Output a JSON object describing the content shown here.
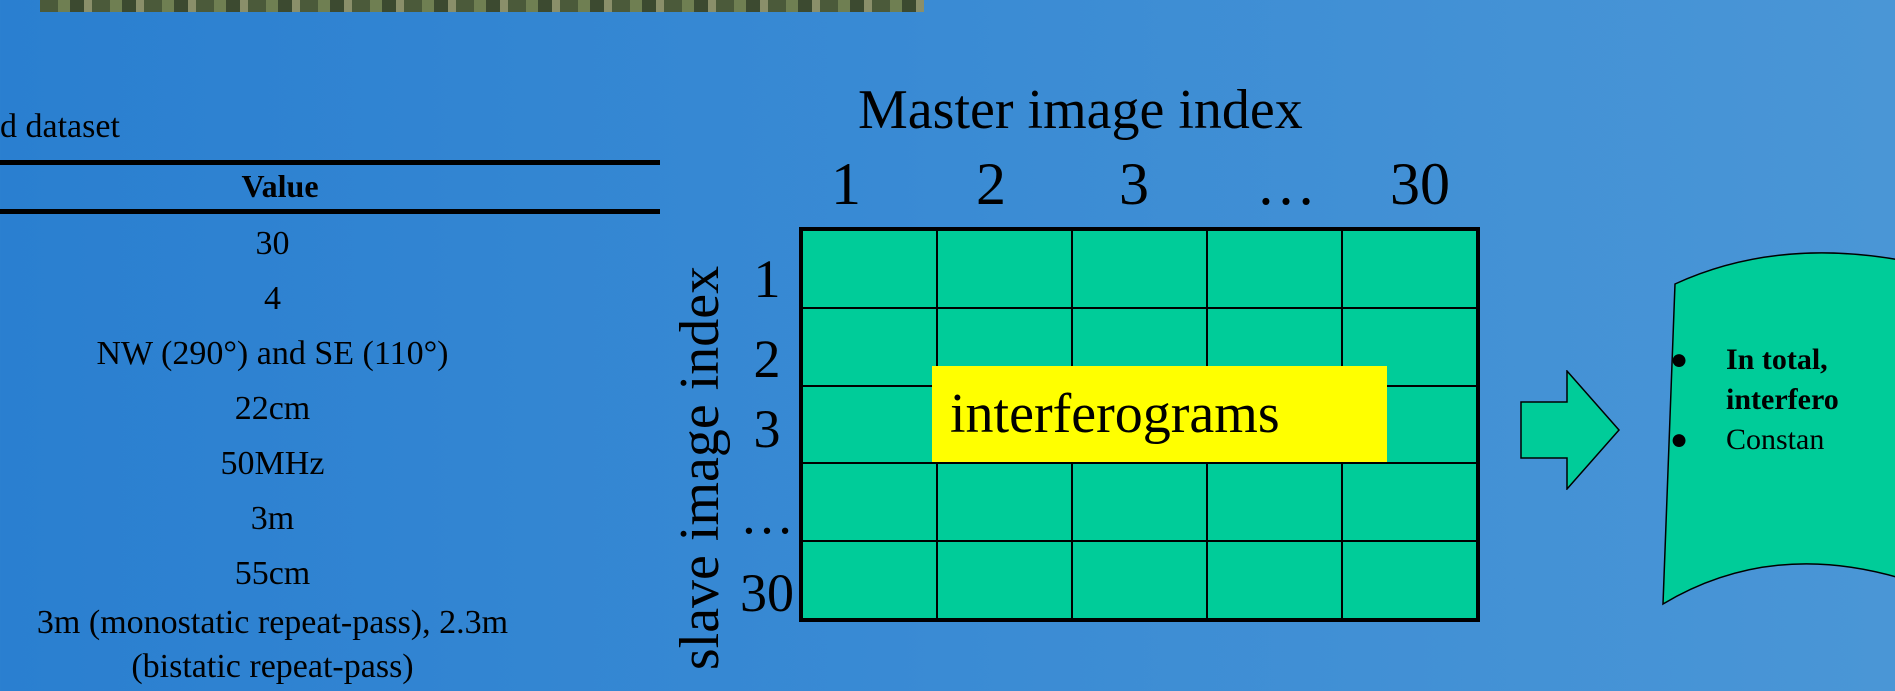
{
  "table": {
    "caption": "d dataset",
    "column_header": "Value",
    "rows": [
      {
        "text": "30"
      },
      {
        "text": "4"
      },
      {
        "text": "NW (290°) and SE (110°)"
      },
      {
        "text": "22cm"
      },
      {
        "text": "50MHz"
      },
      {
        "text": "3m"
      },
      {
        "text": "55cm"
      },
      {
        "text": "3m (monostatic repeat-pass), 2.3m (bistatic repeat-pass)"
      }
    ]
  },
  "matrix": {
    "title": "Master image index",
    "column_labels": [
      "1",
      "2",
      "3",
      "…",
      "30"
    ],
    "row_axis_label": "slave image index",
    "row_labels": [
      "1",
      "2",
      "3",
      "…",
      "30"
    ],
    "highlight_text": "interferograms"
  },
  "summary": {
    "bullet_1_line_1": "In total,",
    "bullet_1_line_2": "interfero",
    "bullet_2": "Constan"
  },
  "colors": {
    "cell_fill": "#00cc99",
    "highlight_fill": "#ffff00",
    "background": "#3a8bd4"
  }
}
